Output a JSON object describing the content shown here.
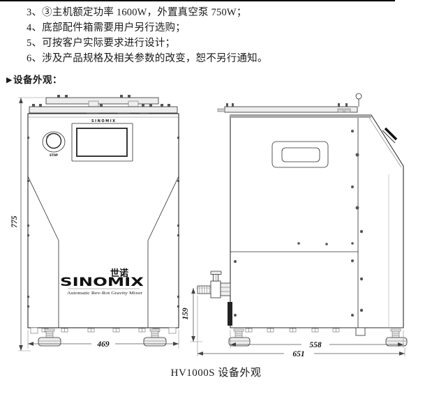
{
  "doc": {
    "list": [
      "3、③主机额定功率 1600W，外置真空泵 750W；",
      "4、底部配件箱需要用户另行选购；",
      "5、可按客户实际要求进行设计；",
      "6、涉及产品规格及相关参数的改变，恕不另行通知。"
    ],
    "section": {
      "bullet": "▶",
      "title": "设备外观："
    },
    "caption": "HV1000S 设备外观"
  },
  "front_view": {
    "panel_brand": "SINOMIX",
    "stop_button": "STOP",
    "logo": {
      "cn": "世诺",
      "en": "SINOMIX",
      "tagline": "Automatic Rev-Rot Gravity Mixer"
    },
    "dims": {
      "height": "775",
      "width": "469"
    }
  },
  "side_view": {
    "dims": {
      "valve_height": "159",
      "body_depth": "558",
      "overall_depth": "651"
    }
  },
  "colors": {
    "ink": "#2b2b2b",
    "dim_line": "#555555",
    "page_bg": "#ffffff",
    "top_rule": "#000000"
  }
}
